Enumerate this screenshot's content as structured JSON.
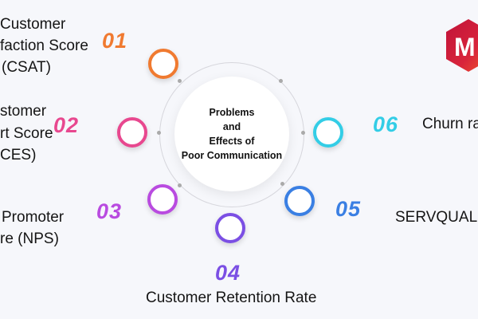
{
  "center": {
    "lines": [
      "Problems",
      "and",
      "Effects of",
      "Poor Communication"
    ]
  },
  "items": [
    {
      "number": "01",
      "color": "#f07a30",
      "label_lines": [
        "Customer",
        "faction Score",
        "(CSAT)"
      ]
    },
    {
      "number": "02",
      "color": "#e8488f",
      "label_lines": [
        "stomer",
        "rt Score",
        "CES)"
      ]
    },
    {
      "number": "03",
      "color": "#b94be0",
      "label_lines": [
        "Promoter",
        "re (NPS)"
      ]
    },
    {
      "number": "04",
      "color": "#7b4fe4",
      "label_lines": [
        "Customer Retention Rate"
      ]
    },
    {
      "number": "05",
      "color": "#3a7fe3",
      "label_lines": [
        "SERVQUAL"
      ]
    },
    {
      "number": "06",
      "color": "#33cde6",
      "label_lines": [
        "Churn ra"
      ]
    }
  ],
  "logo": {
    "text": "M"
  }
}
